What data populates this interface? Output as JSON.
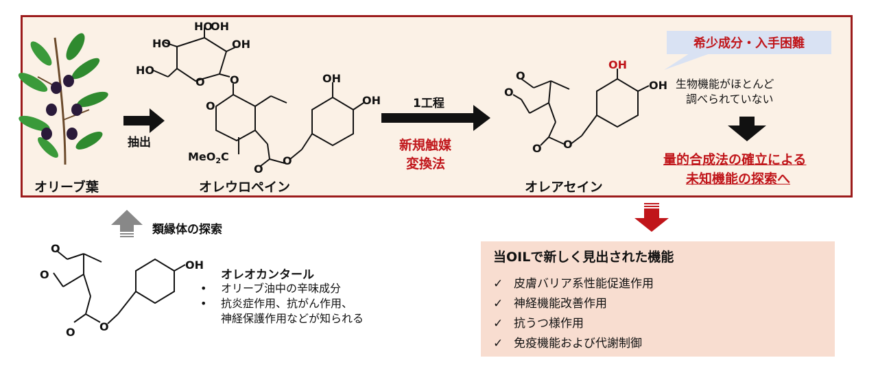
{
  "top_panel": {
    "olive_leaf_label": "オリーブ葉",
    "extraction_label": "抽出",
    "oleuropein_label": "オレウロペイン",
    "step_label": "1工程",
    "method_label_line1": "新規触媒",
    "method_label_line2": "変換法",
    "oleacein_label": "オレアセイン",
    "callout": "希少成分・入手困難",
    "note_line1": "生物機能がほとんど",
    "note_line2": "調べられていない",
    "goal_line1": "量的合成法の確立による",
    "goal_line2": "未知機能の探索へ"
  },
  "structures": {
    "HO": "HO",
    "OH": "OH",
    "O": "O",
    "MeO2C": "MeO",
    "sub2": "2",
    "C": "C"
  },
  "analog": {
    "arrow_label": "類縁体の探索",
    "name": "オレオカンタール",
    "bullets": [
      "オリーブ油中の辛味成分",
      "抗炎症作用、抗がん作用、",
      "神経保護作用などが知られる"
    ]
  },
  "functions": {
    "title": "当OILで新しく見出された機能",
    "check": "✓",
    "items": [
      "皮膚バリア系性能促進作用",
      "神経機能改善作用",
      "抗うつ様作用",
      "免疫機能および代謝制御"
    ]
  },
  "colors": {
    "frame": "#9c1c1c",
    "panel": "#fbf1e6",
    "accent_red": "#c0151a",
    "callout_bg": "#d9e2f3",
    "function_bg": "#f8ddd0"
  }
}
